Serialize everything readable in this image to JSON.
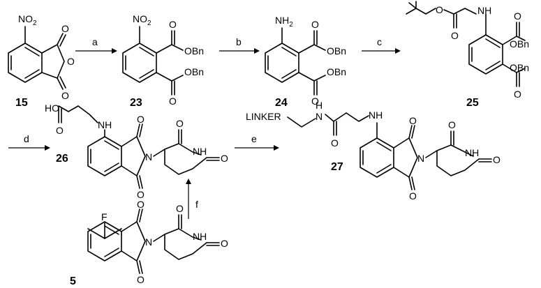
{
  "compounds": {
    "c15": "15",
    "c23": "23",
    "c24": "24",
    "c25": "25",
    "c26": "26",
    "c27": "27",
    "c5": "5"
  },
  "steps": {
    "a": "a",
    "b": "b",
    "c": "c",
    "d": "d",
    "e": "e",
    "f": "f"
  },
  "atoms": {
    "no2_main": "NO",
    "no2_sub": "2",
    "nh2_main": "NH",
    "nh2_sub": "2",
    "obn": "OBn",
    "o": "O",
    "nh": "NH",
    "n": "N",
    "ho": "HO",
    "f": "F",
    "h": "H",
    "linker": "LINKER"
  }
}
